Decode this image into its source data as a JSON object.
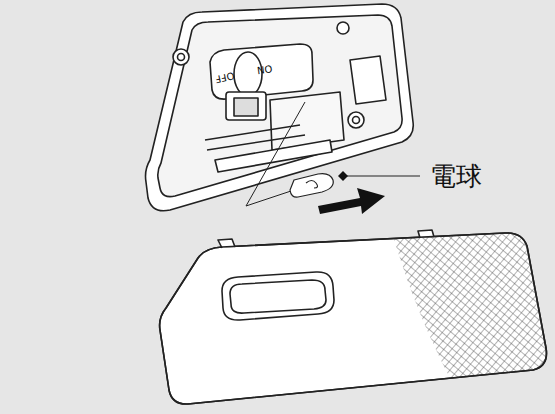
{
  "diagram": {
    "labels": [
      "電球",
      "ON",
      "OFF"
    ]
  }
}
